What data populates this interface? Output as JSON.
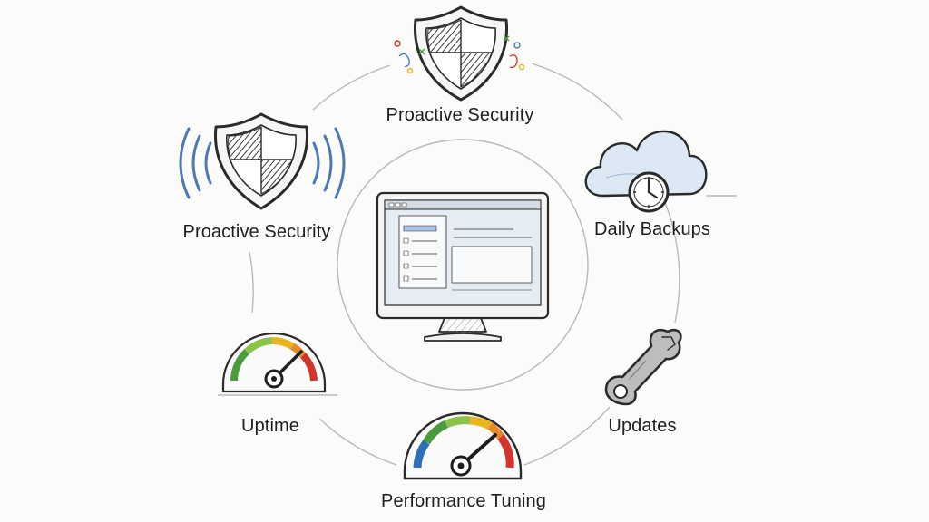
{
  "diagram": {
    "center": {
      "icon": "monitor-icon"
    },
    "items": [
      {
        "label": "Proactive Security",
        "icon": "shield-icon"
      },
      {
        "label": "Proactive Security",
        "icon": "shield-signal-icon"
      },
      {
        "label": "Daily Backups",
        "icon": "cloud-clock-icon"
      },
      {
        "label": "Updates",
        "icon": "wrench-icon"
      },
      {
        "label": "Uptime",
        "icon": "gauge-icon"
      },
      {
        "label": "Performance Tuning",
        "icon": "gauge-icon"
      }
    ]
  },
  "colors": {
    "stroke": "#2a2a2a",
    "ring": "#b9b9b9",
    "cloud_fill": "#dde8f5",
    "signal_blue": "#4d78b8",
    "screen_fill": "#e6ecf3",
    "gauge_green": "#4a9b3c",
    "gauge_yellow": "#e8b41f",
    "gauge_orange": "#e88a2a",
    "gauge_red": "#d2352b",
    "gauge_blue": "#2f6fb7"
  }
}
